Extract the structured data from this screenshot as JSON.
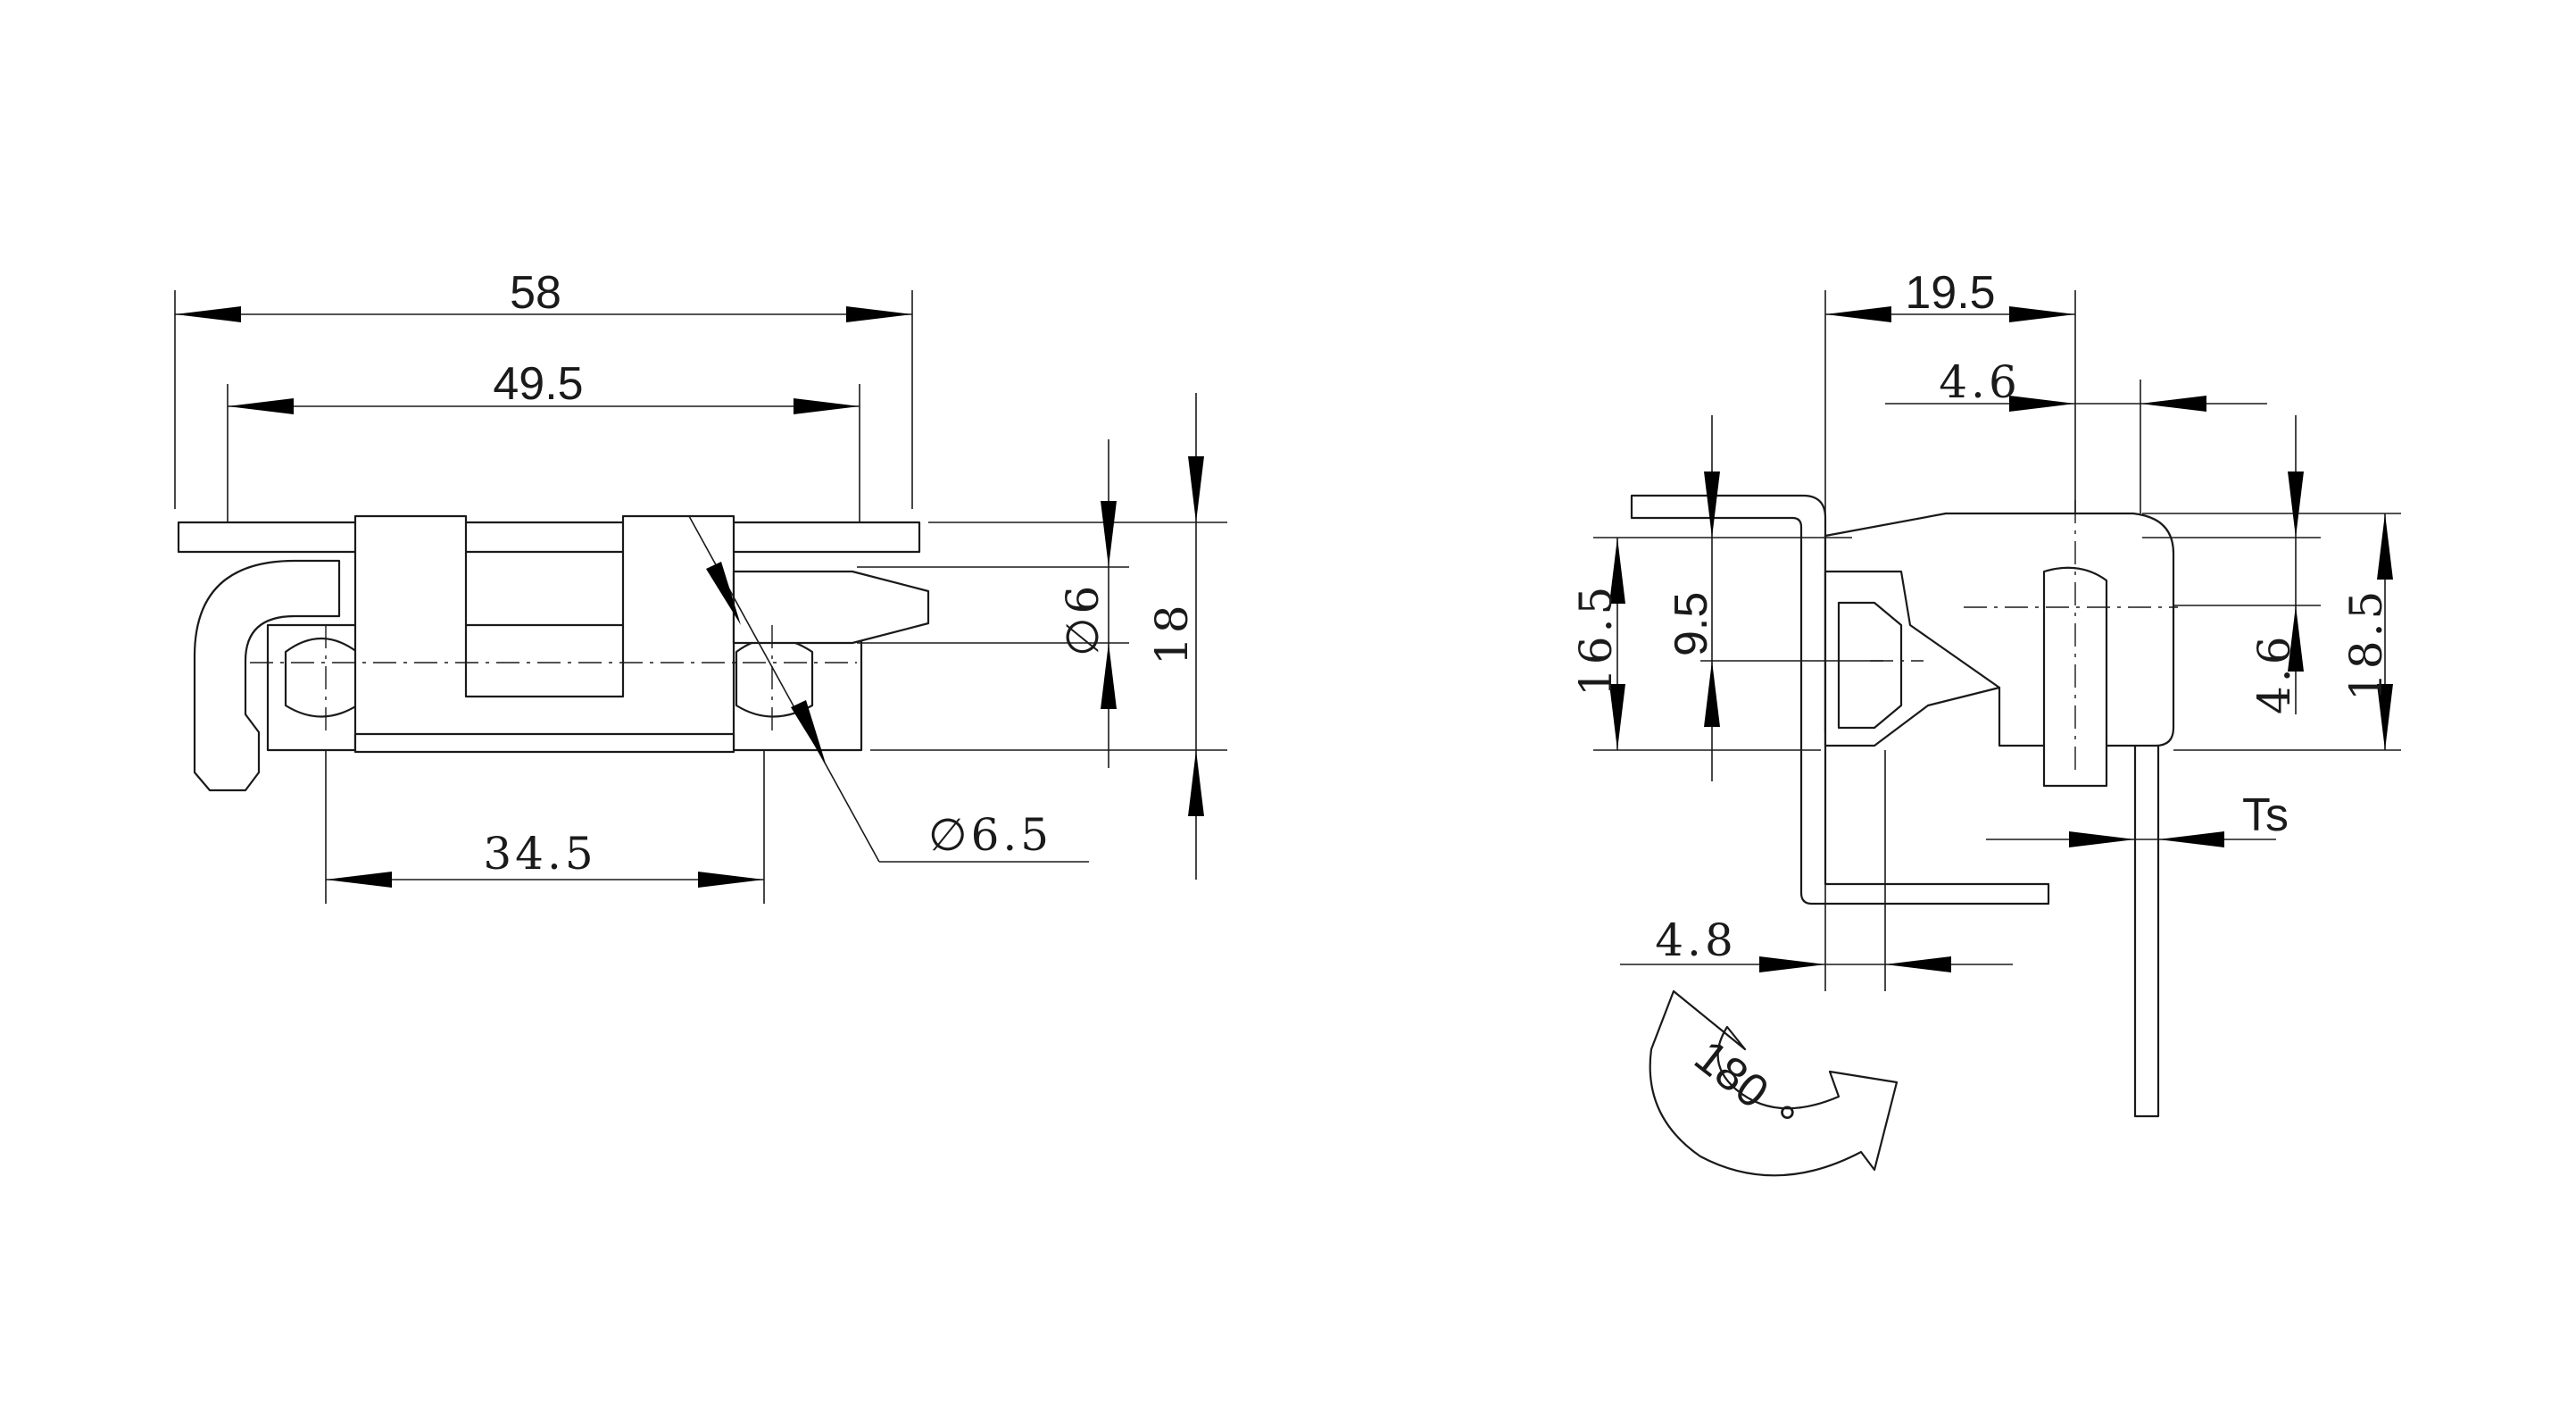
{
  "front_view": {
    "dim_overall_width": "58",
    "dim_hole_pitch": "49.5",
    "dim_base_width": "34.5",
    "dim_pin_diameter": "6",
    "dim_height": "18",
    "dim_hole_diameter": "6.5",
    "diameter_symbol": "∅"
  },
  "side_view": {
    "dim_depth": "19.5",
    "dim_offset_top": "4.6",
    "dim_left_height": "16.5",
    "dim_pin_height": "9.5",
    "dim_right_offset": "4.6",
    "dim_right_height": "18.5",
    "dim_thickness_label": "Ts",
    "dim_bottom_offset": "4.8",
    "rotation_value": "180",
    "rotation_unit": "°"
  }
}
